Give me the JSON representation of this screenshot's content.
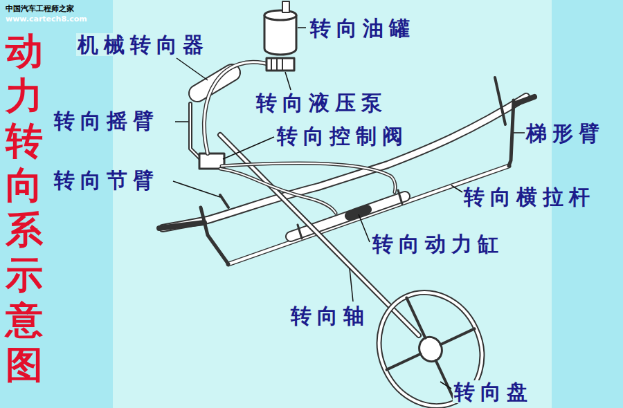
{
  "diagram": {
    "title": "动力转向系示意图",
    "labels": [
      "中国汽车工程师之家",
      "www.cartech8.com",
      "转向油罐",
      "机械转向器",
      "转向液压泵",
      "转向摇臂",
      "转向控制阀",
      "梯形臂",
      "转向节臂",
      "转向横拉杆",
      "转向动力缸",
      "转向轴",
      "转向盘"
    ]
  }
}
